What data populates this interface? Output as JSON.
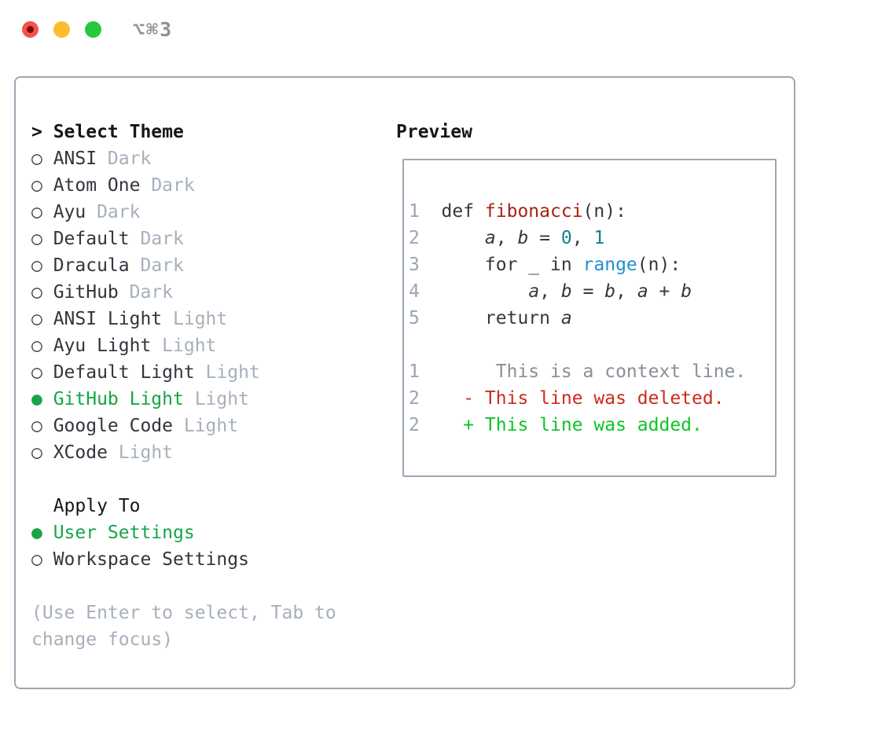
{
  "window": {
    "title": "⌥⌘3",
    "traffic_lights": [
      "close",
      "minimize",
      "zoom"
    ]
  },
  "colors": {
    "selected_green": "#17a546",
    "diff_added_green": "#0cc427",
    "diff_deleted_red": "#cb2b1d",
    "function_red": "#aa2214",
    "number_teal": "#11808a",
    "builtin_blue": "#2090cd",
    "muted_gray": "#a6b0bb",
    "border_gray": "#9ea8b3",
    "traffic_red": "#f2544d",
    "traffic_yellow": "#fdbc2e",
    "traffic_green": "#28c83c"
  },
  "theme_panel": {
    "prompt": {
      "marker": ">",
      "label": "Select Theme"
    },
    "markers": {
      "unselected": "○",
      "selected": "●"
    },
    "themes": [
      {
        "marker": "○",
        "name": "ANSI",
        "tag": "Dark",
        "selected": false
      },
      {
        "marker": "○",
        "name": "Atom One",
        "tag": "Dark",
        "selected": false
      },
      {
        "marker": "○",
        "name": "Ayu",
        "tag": "Dark",
        "selected": false
      },
      {
        "marker": "○",
        "name": "Default",
        "tag": "Dark",
        "selected": false
      },
      {
        "marker": "○",
        "name": "Dracula",
        "tag": "Dark",
        "selected": false
      },
      {
        "marker": "○",
        "name": "GitHub",
        "tag": "Dark",
        "selected": false
      },
      {
        "marker": "○",
        "name": "ANSI Light",
        "tag": "Light",
        "selected": false
      },
      {
        "marker": "○",
        "name": "Ayu Light",
        "tag": "Light",
        "selected": false
      },
      {
        "marker": "○",
        "name": "Default Light",
        "tag": "Light",
        "selected": false
      },
      {
        "marker": "●",
        "name": "GitHub Light",
        "tag": "Light",
        "selected": true
      },
      {
        "marker": "○",
        "name": "Google Code",
        "tag": "Light",
        "selected": false
      },
      {
        "marker": "○",
        "name": "XCode",
        "tag": "Light",
        "selected": false
      }
    ],
    "apply_to": {
      "label": "Apply To",
      "options": [
        {
          "marker": "●",
          "name": "User Settings",
          "selected": true
        },
        {
          "marker": "○",
          "name": "Workspace Settings",
          "selected": false
        }
      ]
    },
    "help_lines": [
      "(Use Enter to select, Tab to",
      "change focus)"
    ]
  },
  "preview": {
    "title": "Preview",
    "code": {
      "l1": {
        "no": "1",
        "kw": "def ",
        "fn": "fibonacci",
        "rest": "(n):"
      },
      "l2": {
        "no": "2",
        "indent": "    ",
        "a": "a",
        "s1": ", ",
        "b": "b",
        "eq": " = ",
        "n0": "0",
        "s2": ", ",
        "n1": "1"
      },
      "l3": {
        "no": "3",
        "pre": "    for _ in ",
        "builtin": "range",
        "rest": "(n):"
      },
      "l4": {
        "no": "4",
        "indent": "        ",
        "a1": "a",
        "s1": ", ",
        "b1": "b",
        "eq": " = ",
        "b2": "b",
        "s2": ", ",
        "a2": "a",
        "plus": " + ",
        "b3": "b"
      },
      "l5": {
        "no": "5",
        "pre": "    return ",
        "a": "a"
      }
    },
    "diff": {
      "d1": {
        "no": "1",
        "text": "     This is a context line."
      },
      "d2": {
        "no": "2",
        "text": "  - This line was deleted."
      },
      "d3": {
        "no": "2",
        "text": "  + This line was added."
      }
    }
  }
}
